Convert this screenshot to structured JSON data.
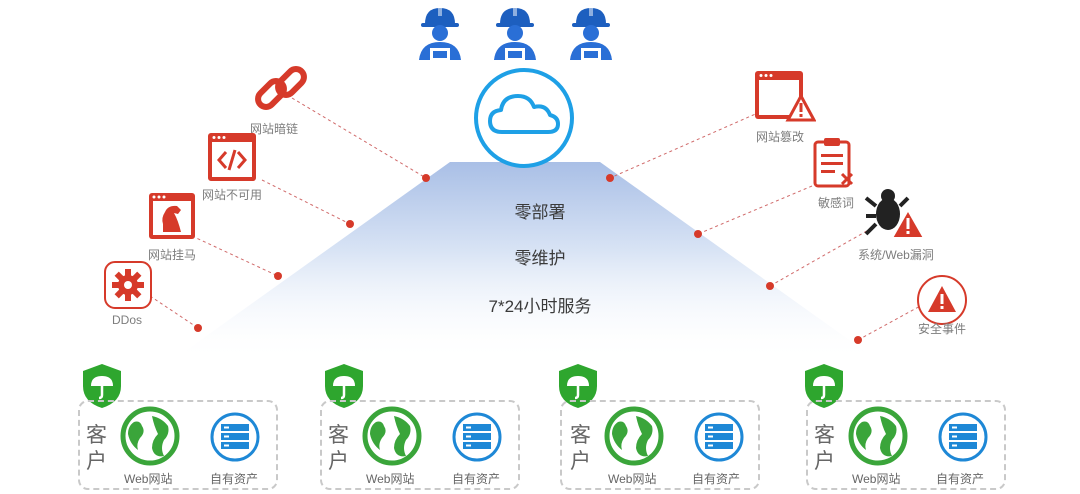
{
  "operators": {
    "count": 3,
    "helmet_color": "#1d5fbf",
    "shirt_color": "#2a6fd6"
  },
  "cloud": {
    "icon": "cloud-icon",
    "ring_color": "#1ea0e6"
  },
  "services": [
    "零部署",
    "零维护",
    "7*24小时服务"
  ],
  "threats_left": [
    {
      "label": "网站暗链",
      "icon": "chain-link-icon"
    },
    {
      "label": "网站不可用",
      "icon": "code-window-icon"
    },
    {
      "label": "网站挂马",
      "icon": "trojan-horse-icon"
    },
    {
      "label": "DDos",
      "icon": "gear-attack-icon"
    }
  ],
  "threats_right": [
    {
      "label": "网站篡改",
      "icon": "tampered-window-icon"
    },
    {
      "label": "敏感词",
      "icon": "clipboard-x-icon"
    },
    {
      "label": "系统/Web漏洞",
      "icon": "bug-warning-icon"
    },
    {
      "label": "安全事件",
      "icon": "alert-triangle-icon"
    }
  ],
  "customers": [
    {
      "customer_label": [
        "客",
        "户"
      ],
      "web_label": "Web网站",
      "asset_label": "自有资产"
    },
    {
      "customer_label": [
        "客",
        "户"
      ],
      "web_label": "Web网站",
      "asset_label": "自有资产"
    },
    {
      "customer_label": [
        "客",
        "户"
      ],
      "web_label": "Web网站",
      "asset_label": "自有资产"
    },
    {
      "customer_label": [
        "客",
        "户"
      ],
      "web_label": "Web网站",
      "asset_label": "自有资产"
    }
  ],
  "colors": {
    "threat_red": "#d63a2a",
    "shield_green": "#2ea62e",
    "globe_green": "#3aa53a",
    "server_blue": "#1e88d6",
    "dashed_line": "#d06a6a"
  }
}
